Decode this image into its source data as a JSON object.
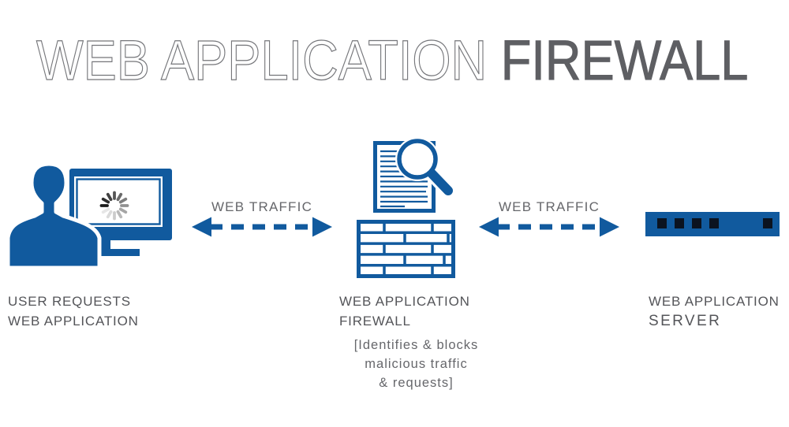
{
  "title": {
    "light": "WEB APPLICATION",
    "bold": "FIREWALL"
  },
  "flows": {
    "left_arrow_label": "WEB TRAFFIC",
    "right_arrow_label": "WEB TRAFFIC"
  },
  "nodes": {
    "user": {
      "icon": "user-at-computer-loading-icon",
      "caption_line1": "USER REQUESTS",
      "caption_line2": "WEB APPLICATION"
    },
    "waf": {
      "icon": "traffic-inspection-and-brick-wall-icon",
      "caption_line1": "WEB APPLICATION",
      "caption_line2": "FIREWALL",
      "note_line1": "[Identifies & blocks",
      "note_line2": "malicious traffic",
      "note_line3": "& requests]"
    },
    "server": {
      "icon": "server-rack-unit-icon",
      "caption_line1": "WEB APPLICATION",
      "caption_line2": "SERVER"
    }
  },
  "colors": {
    "primary_blue": "#115A9E",
    "title_gray": "#75767A",
    "title_bold_gray": "#5E5F63",
    "caption_gray": "#545559",
    "traffic_label_gray": "#66676B",
    "vent_dark": "#0B1320"
  }
}
